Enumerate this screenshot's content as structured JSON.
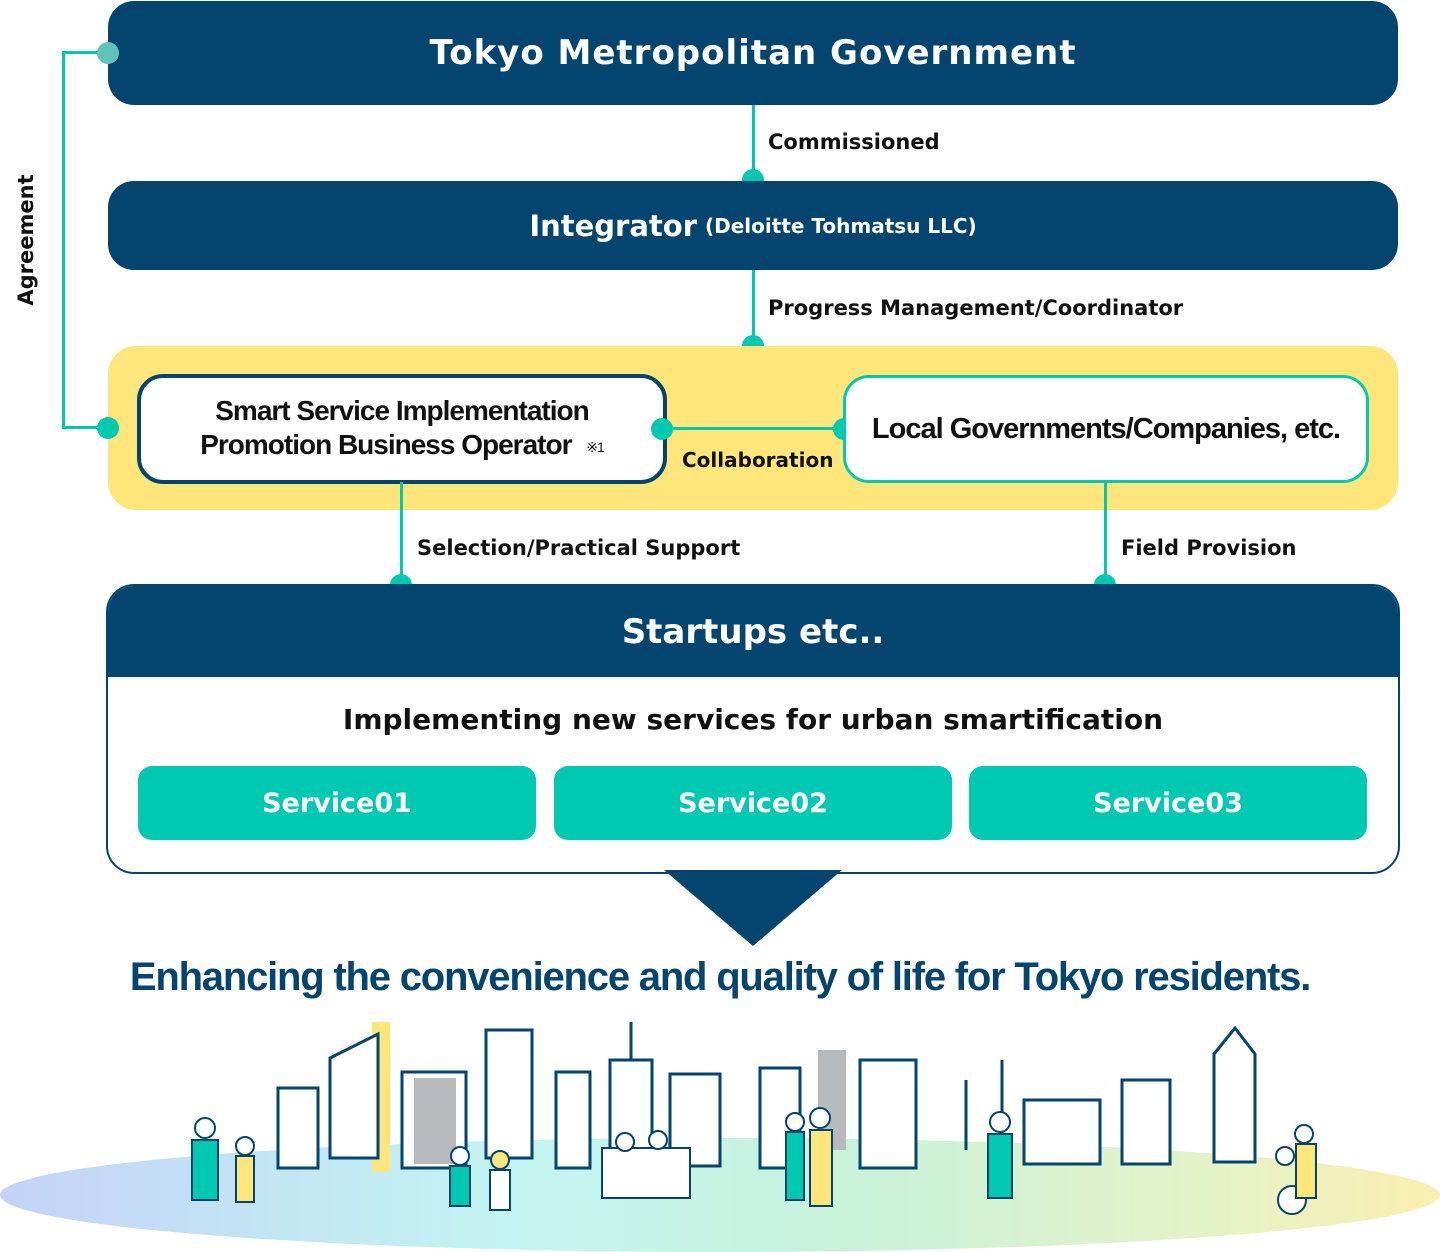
{
  "colors": {
    "navy": "#03456e",
    "teal": "#00c9b2",
    "yellow": "#fee67a",
    "text": "#111111"
  },
  "top": {
    "title": "Tokyo Metropolitan Government"
  },
  "agreement_label": "Agreement",
  "commissioned_label": "Commissioned",
  "integrator": {
    "name": "Integrator",
    "detail": "(Deloitte Tohmatsu LLC)"
  },
  "progress_label": "Progress Management/Coordinator",
  "operator": {
    "line1": "Smart Service Implementation",
    "line2": "Promotion Business Operator",
    "note": "※1"
  },
  "collaboration_label": "Collaboration",
  "local": {
    "title": "Local Governments/Companies, etc."
  },
  "selection_label": "Selection/Practical Support",
  "field_label": "Field Provision",
  "startups": {
    "title": "Startups etc..",
    "subtitle": "Implementing new services for urban smartification",
    "services": [
      "Service01",
      "Service02",
      "Service03"
    ]
  },
  "headline": "Enhancing the convenience and quality of life for Tokyo residents.",
  "illustration": {
    "description": "city-skyline-with-residents"
  }
}
